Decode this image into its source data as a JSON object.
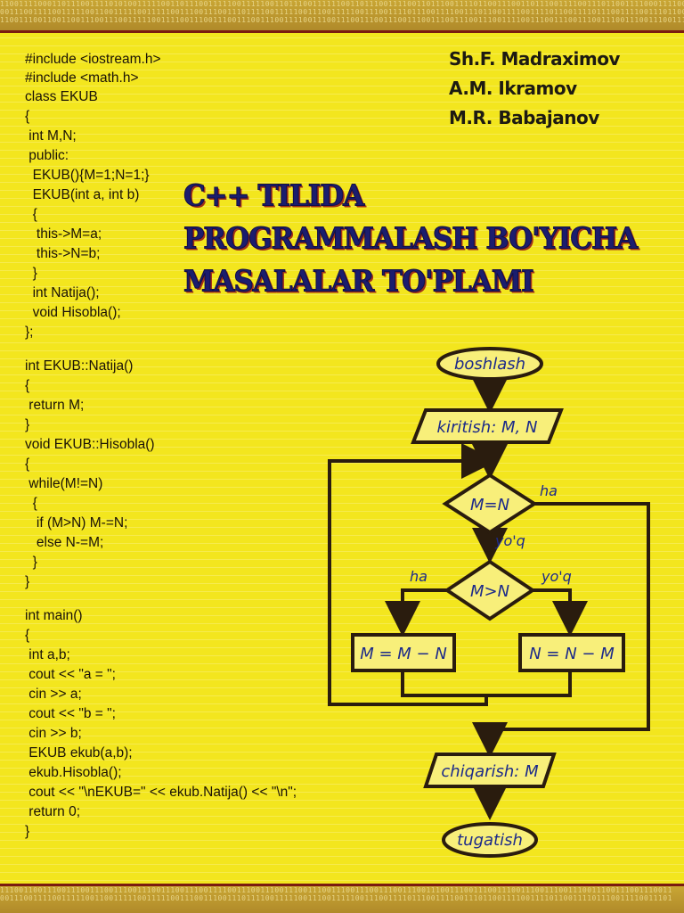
{
  "binary_top": [
    "110011110001101110011110101001111100110111001111100111110011011100111111001101110011110011011100111101100111001101110011110011101100111100011110011",
    "0011100111100111110011001111100111110011100111001110111100111110011100111110011100111101110011110011101100111100111101100111101110011110011101100",
    "1100111001100110011100111001111100111100111001110011100111001111001110011100111001110011100111001110011100111100111001110011100111001110011100111"
  ],
  "binary_bottom": [
    "1110011001110011100111001110011100111001110011110011100111001110011100111001110011100111001110011100111001110011100111001110011100111001110011",
    "0011100111100111110011001111100111110011100111001110111100111110011100111110011100111101110011110011101100111100111101100111101110011110011101"
  ],
  "code_lines": [
    "#include <iostream.h>",
    "#include <math.h>",
    "class EKUB",
    "{",
    " int M,N;",
    " public:",
    "  EKUB(){M=1;N=1;}",
    "  EKUB(int a, int b)",
    "  {",
    "   this->M=a;",
    "   this->N=b;",
    "  }",
    "  int Natija();",
    "  void Hisobla();",
    "};",
    "int EKUB::Natija()",
    "{",
    " return M;",
    "}",
    "void EKUB::Hisobla()",
    "{",
    " while(M!=N)",
    "  {",
    "   if (M>N) M-=N;",
    "   else N-=M;",
    "  }",
    "}",
    "int main()",
    "{",
    " int a,b;",
    " cout << \"a = \";",
    " cin >> a;",
    " cout << \"b = \";",
    " cin >> b;",
    " EKUB ekub(a,b);",
    " ekub.Hisobla();",
    " cout << \"\\nEKUB=\" << ekub.Natija() << \"\\n\";",
    " return 0;",
    "}"
  ],
  "authors": [
    "Sh.F. Madraximov",
    "A.M. Ikramov",
    "M.R. Babajanov"
  ],
  "title_lines": [
    "C++ TILIDA",
    "PROGRAMMALASH BO'YICHA",
    "MASALALAR TO'PLAMI"
  ],
  "flowchart": {
    "start": "boshlash",
    "input": "kiritish: M, N",
    "cond1": "M=N",
    "cond1_yes": "ha",
    "cond1_no": "yo'q",
    "cond2": "M>N",
    "cond2_yes": "ha",
    "cond2_no": "yo'q",
    "op_left": "M = M − N",
    "op_right": "N = N − M",
    "output": "chiqarish: M",
    "end": "tugatish"
  },
  "colors": {
    "background": "#f3e61e",
    "title": "#1b1d6e",
    "title_shadow": "#a23118",
    "border": "#7a1b10",
    "flow_line": "#2a1c0e",
    "flow_text": "#1c2a8a",
    "flow_fill": "#f8ef7a"
  }
}
